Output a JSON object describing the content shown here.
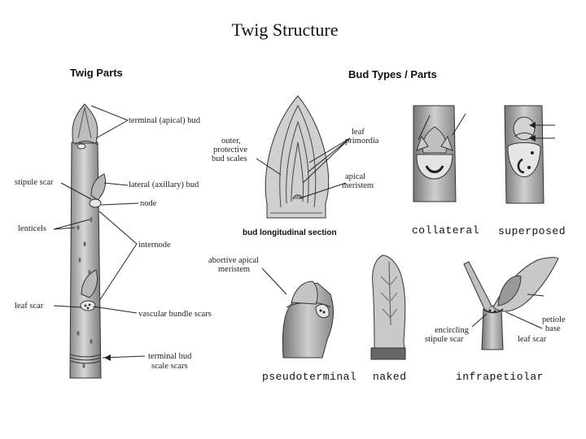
{
  "title": "Twig Structure",
  "twig_parts": {
    "heading": "Twig Parts",
    "labels": {
      "terminal_bud": "terminal (apical) bud",
      "stipule_scar": "stipule scar",
      "lateral_bud": "lateral (axillary) bud",
      "node": "node",
      "lenticels": "lenticels",
      "internode": "internode",
      "leaf_scar": "leaf scar",
      "vascular_bundle_scars": "vascular bundle scars",
      "terminal_bud_scale_scars_1": "terminal bud",
      "terminal_bud_scale_scars_2": "scale scars"
    }
  },
  "bud_types": {
    "heading": "Bud Types / Parts",
    "section_caption": "bud longitudinal section",
    "labels": {
      "outer_1": "outer,",
      "outer_2": "protective",
      "outer_3": "bud scales",
      "leaf_1": "leaf",
      "leaf_2": "primordia",
      "apical_1": "apical",
      "apical_2": "meristem",
      "aborted_1": "abortive apical",
      "aborted_2": "meristem",
      "encircling_1": "encircling",
      "encircling_2": "stipule scar",
      "petiole_1": "petiole",
      "petiole_2": "base",
      "leaf_scar": "leaf scar"
    },
    "captions": {
      "collateral": "collateral",
      "superposed": "superposed",
      "pseudoterminal": "pseudoterminal",
      "naked": "naked",
      "infrapetiolar": "infrapetiolar"
    }
  }
}
